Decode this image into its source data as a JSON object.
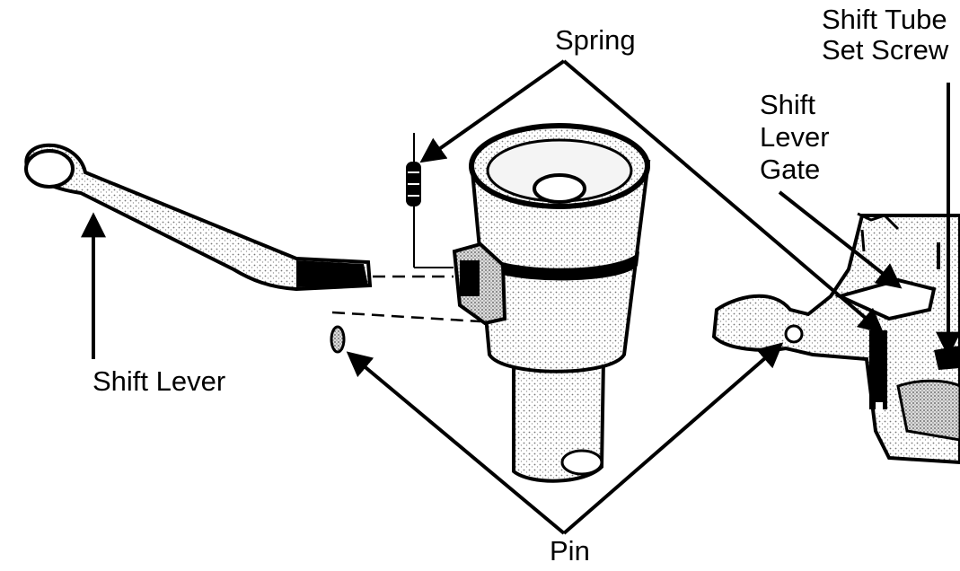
{
  "labels": {
    "spring": "Spring",
    "shift_tube_line1": "Shift Tube",
    "shift_tube_line2": "Set Screw",
    "shift_lever_gate_line1": "Shift",
    "shift_lever_gate_line2": "Lever",
    "shift_lever_gate_line3": "Gate",
    "shift_lever": "Shift Lever",
    "pin": "Pin"
  },
  "colors": {
    "ink": "#000000",
    "stipple": "#8a8a8a",
    "background": "#ffffff"
  }
}
